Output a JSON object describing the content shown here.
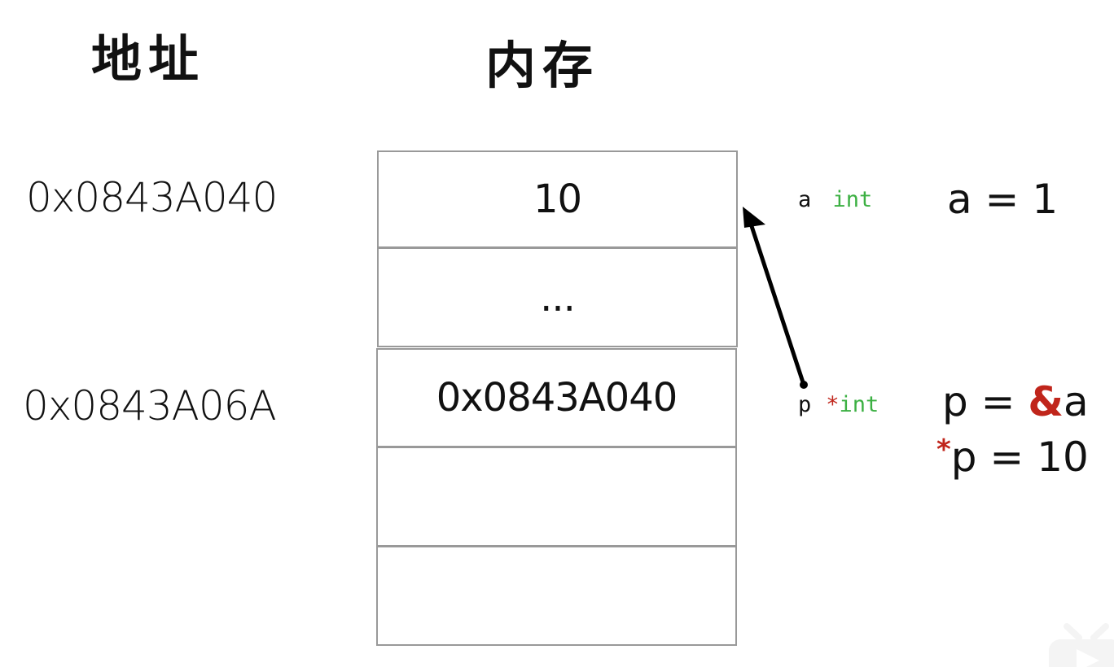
{
  "headers": {
    "address": "地址",
    "memory": "内存"
  },
  "addresses": [
    "0x0843A040",
    "0x0843A06A"
  ],
  "cells": [
    "10",
    "...",
    "0x0843A040",
    "",
    ""
  ],
  "variables": [
    {
      "name": "a",
      "type_prefix": "",
      "type": "int"
    },
    {
      "name": "p",
      "type_prefix": "*",
      "type": "int"
    }
  ],
  "expressions": {
    "line1": "a = 1",
    "line2_left": "p = ",
    "line2_op": "&",
    "line2_right": "a",
    "line3_op": "*",
    "line3_right": "p = 10"
  },
  "colors": {
    "type": "#3cb043",
    "operator": "#c0251b"
  }
}
